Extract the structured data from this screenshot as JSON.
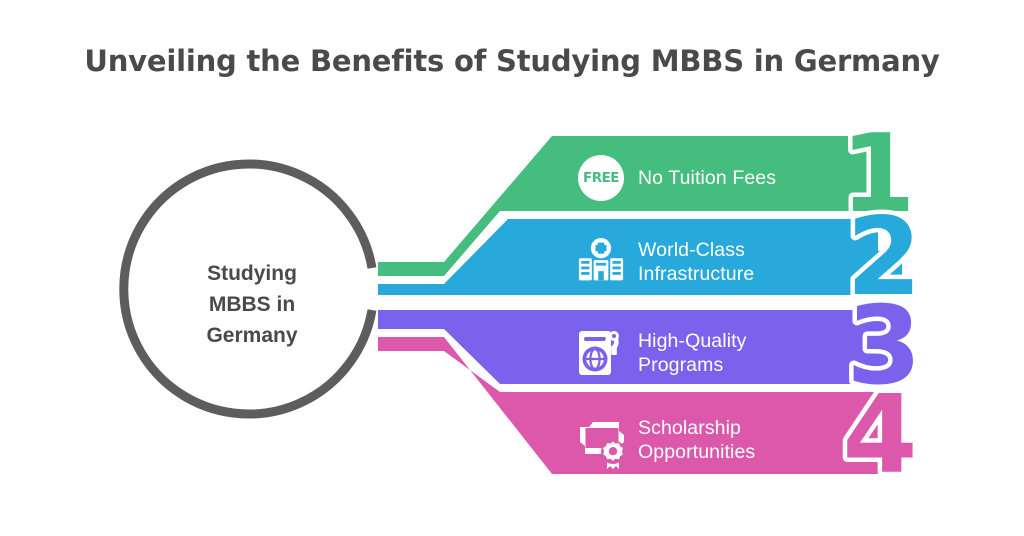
{
  "title": "Unveiling the Benefits of Studying MBBS in Germany",
  "hub": {
    "label": "Studying\nMBBS in\nGermany",
    "line1": "Studying",
    "line2": "MBBS in",
    "line3": "Germany",
    "stroke_color": "#5d5d5d"
  },
  "colors": {
    "green": "#45bd7e",
    "blue": "#27a9dc",
    "purple": "#7b62ec",
    "pink": "#dc58ab",
    "title_text": "#4a4a4a",
    "band_text": "#ffffff",
    "background": "#ffffff"
  },
  "benefits": [
    {
      "number": "1",
      "label": "No Tuition Fees",
      "icon": "free-badge-icon",
      "icon_text": "FREE",
      "color": "#45bd7e"
    },
    {
      "number": "2",
      "label": "World-Class\nInfrastructure",
      "icon": "hospital-building-icon",
      "color": "#27a9dc"
    },
    {
      "number": "3",
      "label": "High-Quality\nPrograms",
      "icon": "passport-globe-icon",
      "color": "#7b62ec"
    },
    {
      "number": "4",
      "label": "Scholarship\nOpportunities",
      "icon": "certificate-award-icon",
      "color": "#dc58ab"
    }
  ]
}
